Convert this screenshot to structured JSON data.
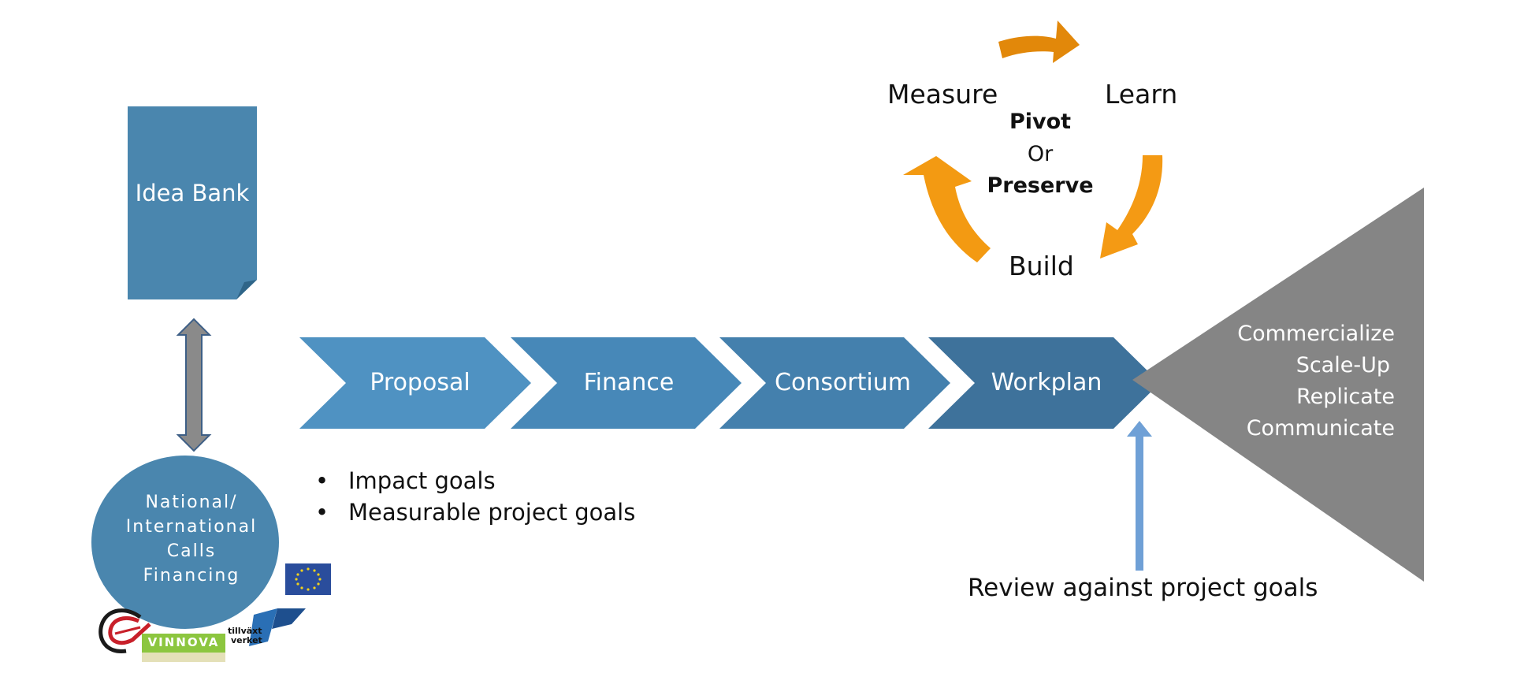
{
  "idea_bank": {
    "label": "Idea Bank"
  },
  "funding": {
    "lines": [
      "National/",
      "International",
      "Calls",
      "Financing"
    ]
  },
  "process_steps": [
    {
      "label": "Proposal",
      "color": "#4f92c2"
    },
    {
      "label": "Finance",
      "color": "#4788b8"
    },
    {
      "label": "Consortium",
      "color": "#4480ad"
    },
    {
      "label": "Workplan",
      "color": "#3e729b"
    }
  ],
  "proposal_goals": [
    "Impact goals",
    "Measurable project goals"
  ],
  "cycle": {
    "measure": "Measure",
    "learn": "Learn",
    "build": "Build",
    "center_top": "Pivot",
    "center_mid": "Or",
    "center_bottom": "Preserve",
    "arrow_color": "#f0920a"
  },
  "outcomes": [
    "Commercialize",
    "Scale-Up",
    "Replicate",
    "Communicate"
  ],
  "review": {
    "label": "Review against project goals"
  },
  "logos": {
    "vinnova": "VINNOVA",
    "tillvaxtverket_line1": "tillväxt",
    "tillvaxtverket_line2": "verket"
  },
  "colors": {
    "idea_bank": "#4a86ae",
    "funnel": "#858585",
    "review_arrow": "#6fa0d6",
    "connector": "#8a8a8a"
  }
}
